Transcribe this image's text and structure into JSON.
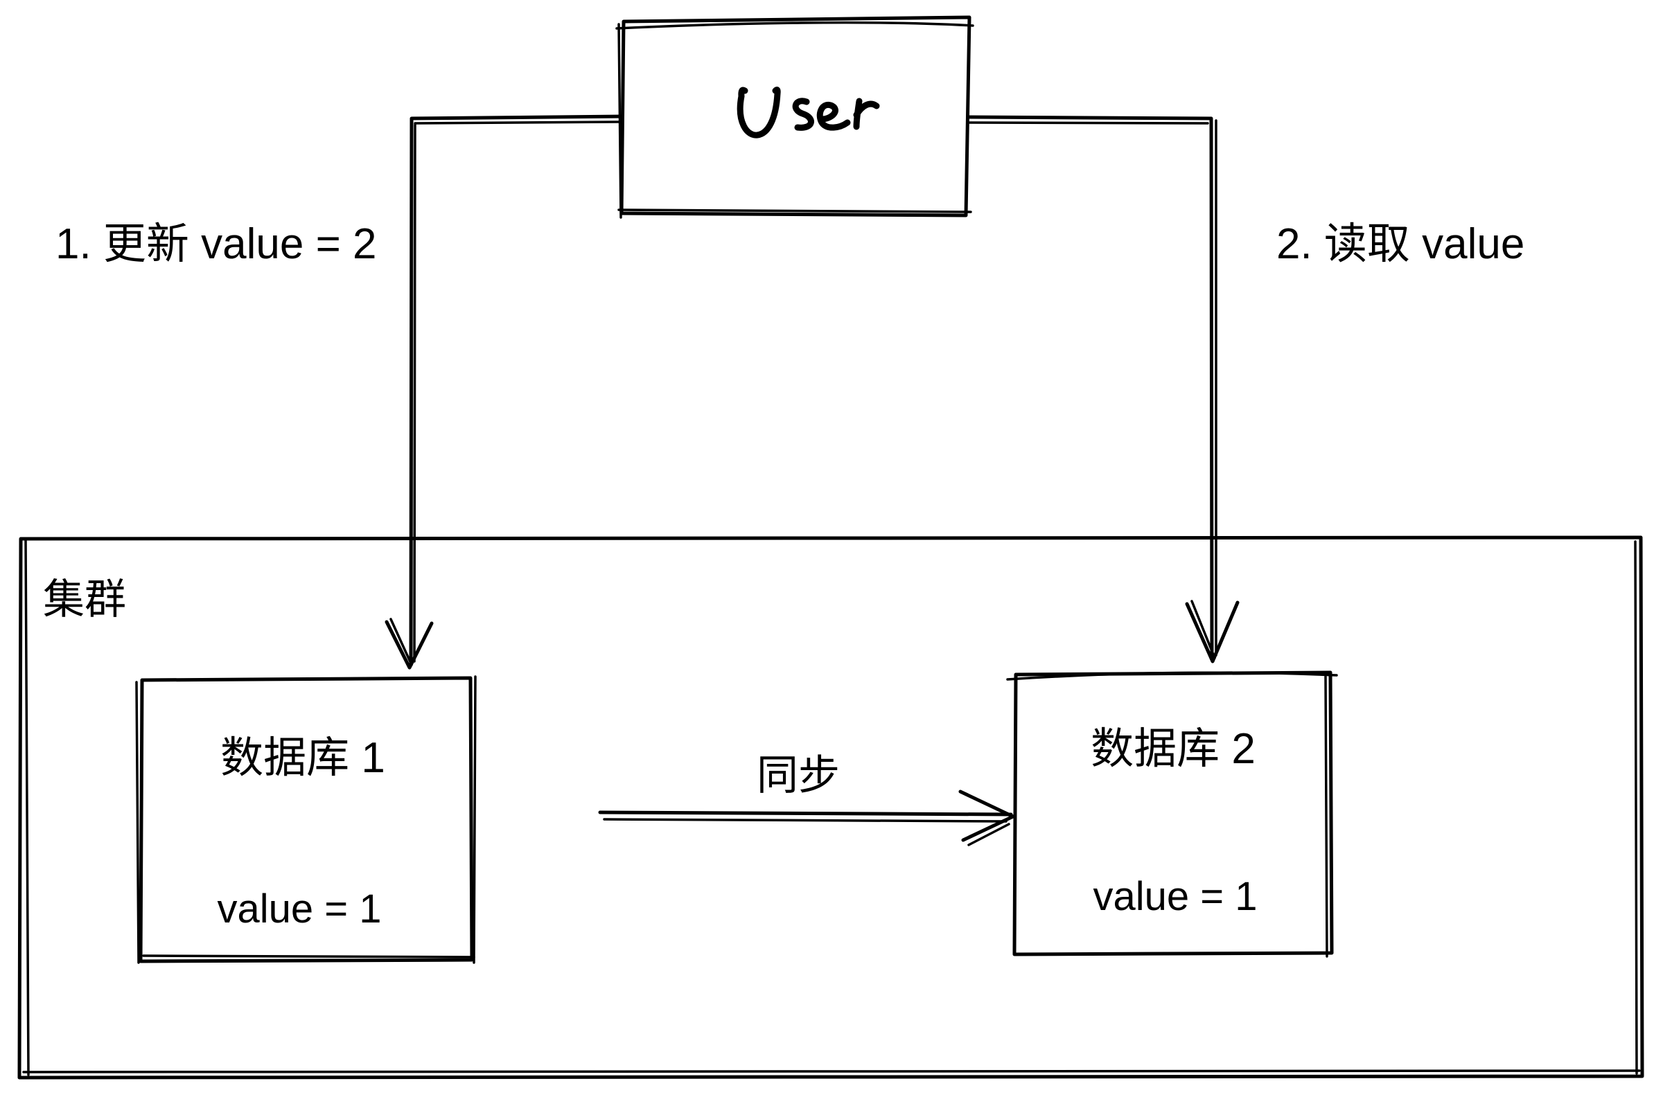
{
  "diagram": {
    "user_box": {
      "label": "User"
    },
    "cluster": {
      "label": "集群"
    },
    "db1": {
      "title": "数据库 1",
      "value": "value = 1"
    },
    "db2": {
      "title": "数据库 2",
      "value": "value = 1"
    },
    "arrows": {
      "step1": {
        "label": "1. 更新 value = 2"
      },
      "step2": {
        "label": "2. 读取 value"
      },
      "sync": {
        "label": "同步"
      }
    },
    "colors": {
      "ink": "#000000",
      "background": "#ffffff"
    }
  }
}
